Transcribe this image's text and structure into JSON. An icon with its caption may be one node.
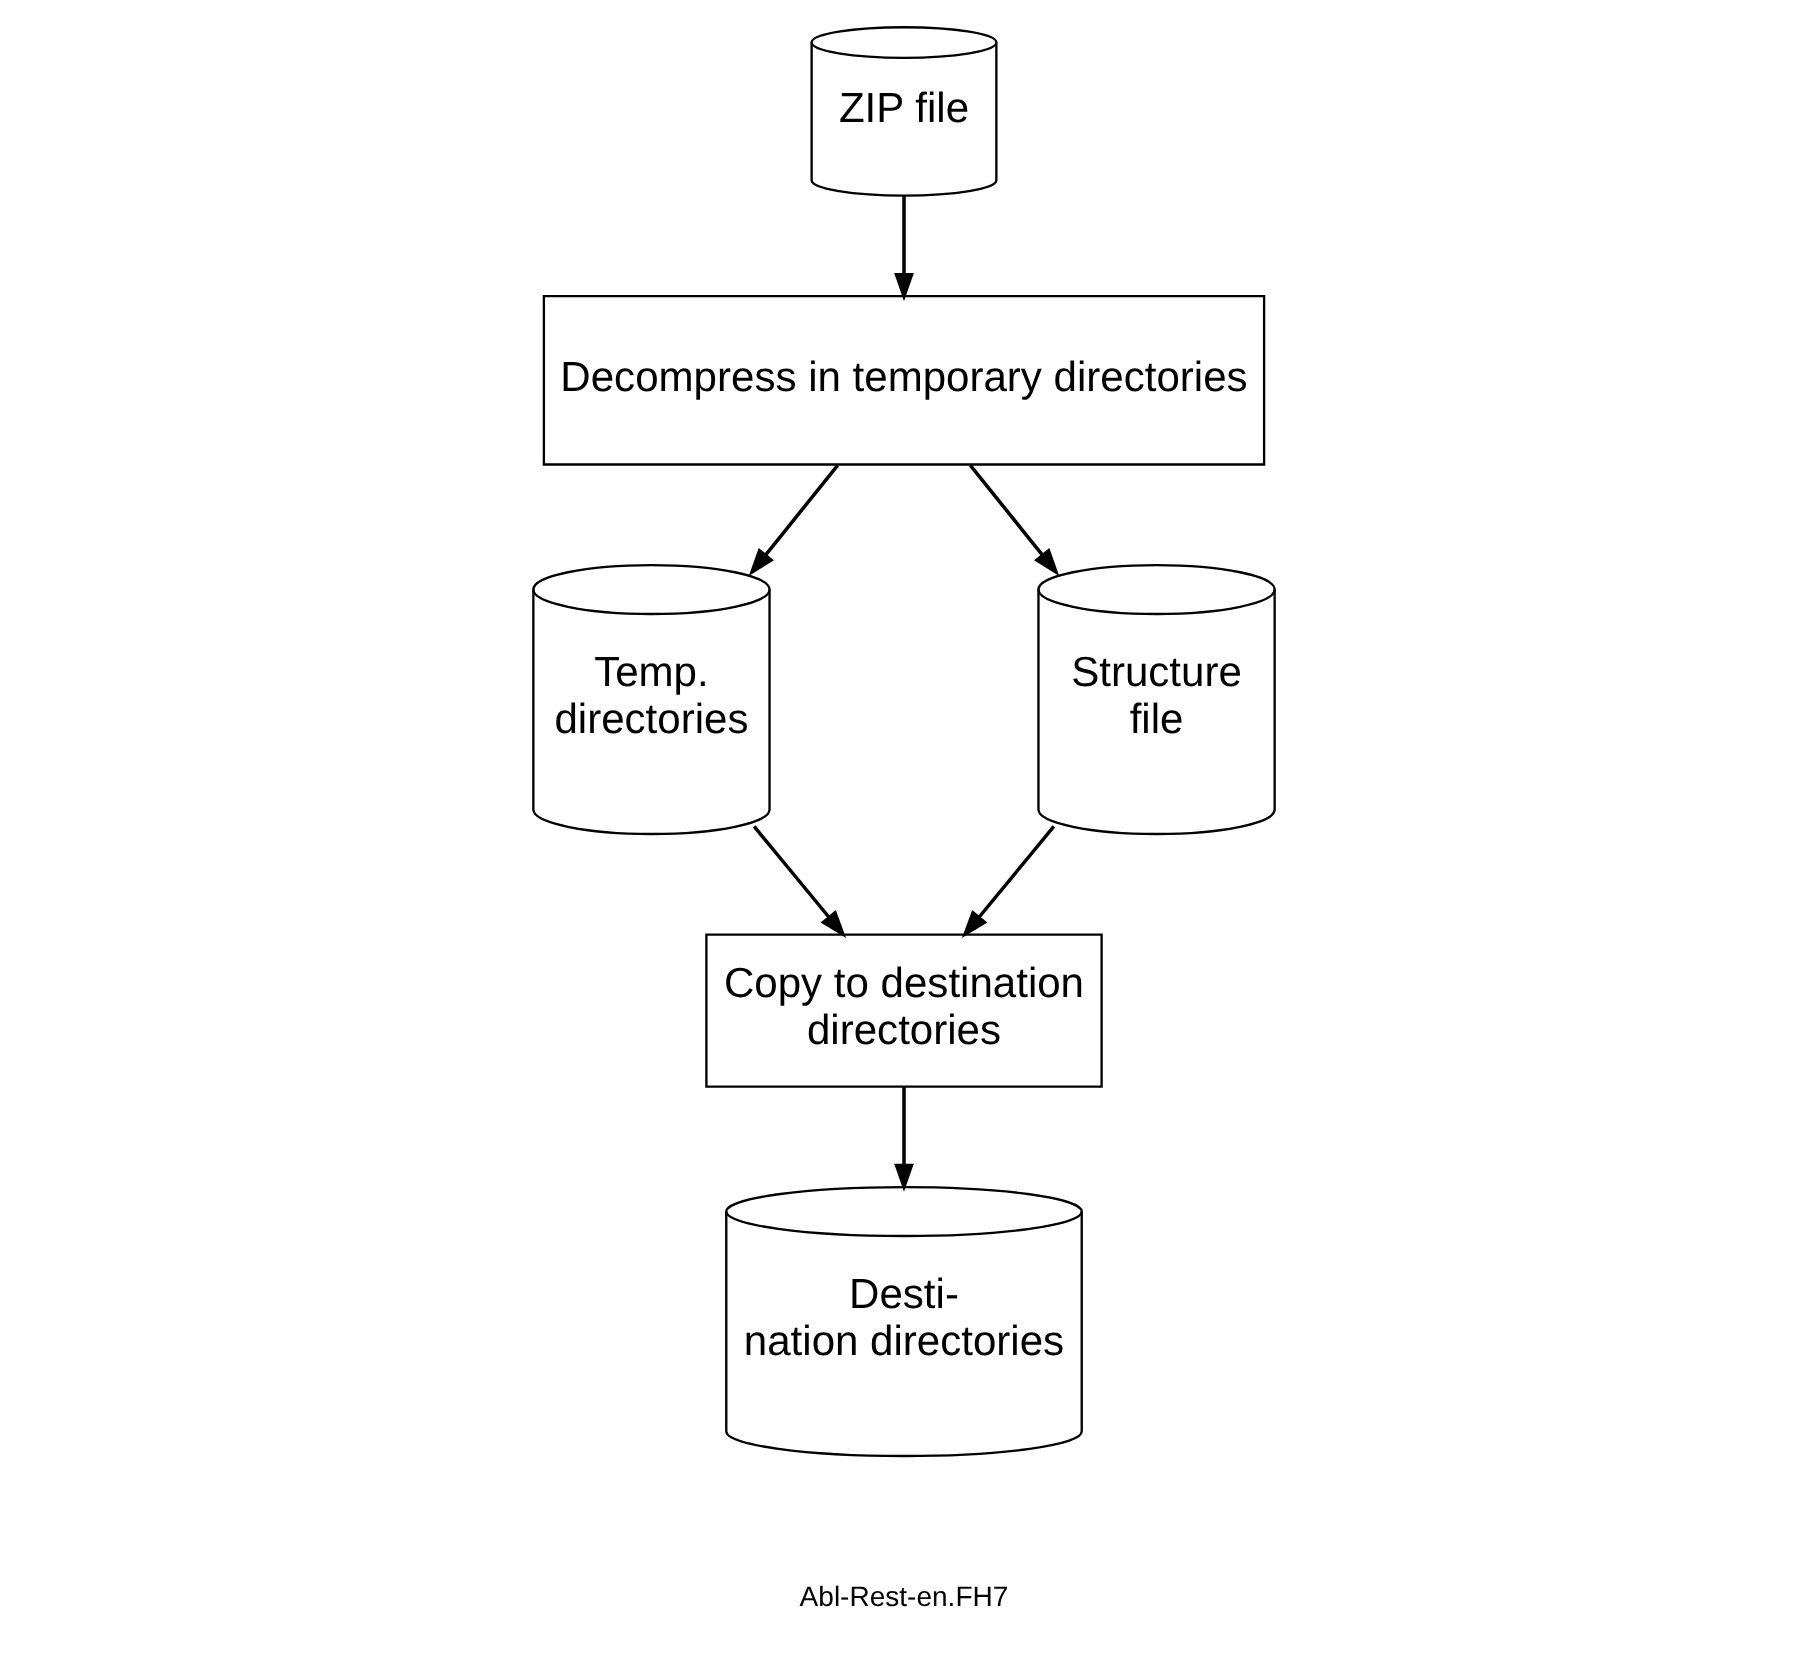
{
  "diagram": {
    "nodes": [
      {
        "text": [
          "ZIP file"
        ]
      },
      {
        "text": [
          "Decompress in temporary directories"
        ]
      },
      {
        "text": [
          "Temp. directories"
        ]
      },
      {
        "text": [
          "Structure file"
        ]
      },
      {
        "text": [
          "Copy to destination directories"
        ]
      },
      {
        "text": [
          "Desti- nation directories"
        ]
      }
    ],
    "edges": [
      {
        "from": 0,
        "to": 1,
        "arrow": "to"
      },
      {
        "from": 1,
        "to": 2,
        "arrow": "to"
      },
      {
        "from": 1,
        "to": 3,
        "arrow": "to"
      },
      {
        "from": 2,
        "to": 4,
        "arrow": "to"
      },
      {
        "from": 3,
        "to": 4,
        "arrow": "to"
      },
      {
        "from": 4,
        "to": 5,
        "arrow": "to"
      }
    ],
    "labels": [
      "Abl-Rest-en.FH7"
    ]
  }
}
